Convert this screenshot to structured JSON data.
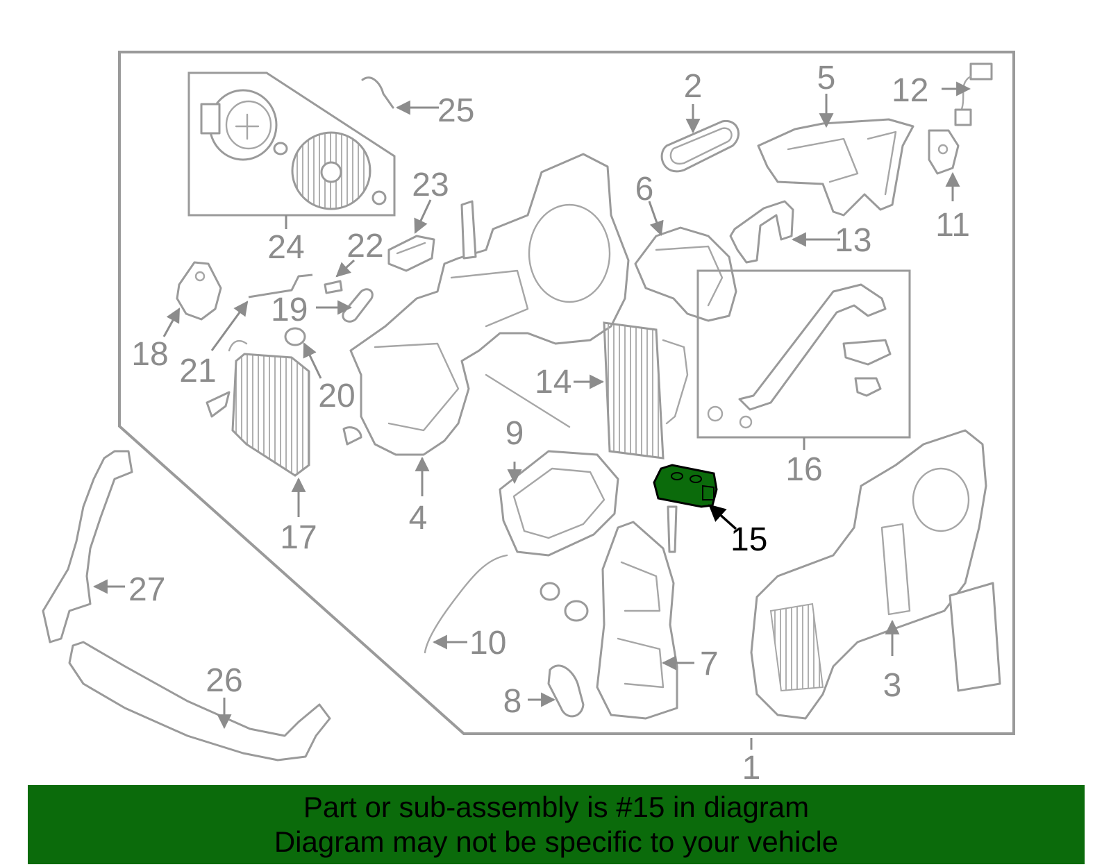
{
  "callouts": [
    {
      "id": "1",
      "label": "1"
    },
    {
      "id": "2",
      "label": "2"
    },
    {
      "id": "3",
      "label": "3"
    },
    {
      "id": "4",
      "label": "4"
    },
    {
      "id": "5",
      "label": "5"
    },
    {
      "id": "6",
      "label": "6"
    },
    {
      "id": "7",
      "label": "7"
    },
    {
      "id": "8",
      "label": "8"
    },
    {
      "id": "9",
      "label": "9"
    },
    {
      "id": "10",
      "label": "10"
    },
    {
      "id": "11",
      "label": "11"
    },
    {
      "id": "12",
      "label": "12"
    },
    {
      "id": "13",
      "label": "13"
    },
    {
      "id": "14",
      "label": "14"
    },
    {
      "id": "15",
      "label": "15"
    },
    {
      "id": "16",
      "label": "16"
    },
    {
      "id": "17",
      "label": "17"
    },
    {
      "id": "18",
      "label": "18"
    },
    {
      "id": "19",
      "label": "19"
    },
    {
      "id": "20",
      "label": "20"
    },
    {
      "id": "21",
      "label": "21"
    },
    {
      "id": "22",
      "label": "22"
    },
    {
      "id": "23",
      "label": "23"
    },
    {
      "id": "24",
      "label": "24"
    },
    {
      "id": "25",
      "label": "25"
    },
    {
      "id": "26",
      "label": "26"
    },
    {
      "id": "27",
      "label": "27"
    }
  ],
  "highlight": {
    "callout": "15",
    "color": "#0b6b0b"
  },
  "banner": {
    "line1": "Part or sub-assembly is #15 in diagram",
    "line2": "Diagram may not be specific to your vehicle",
    "background": "#0b6b0b"
  }
}
